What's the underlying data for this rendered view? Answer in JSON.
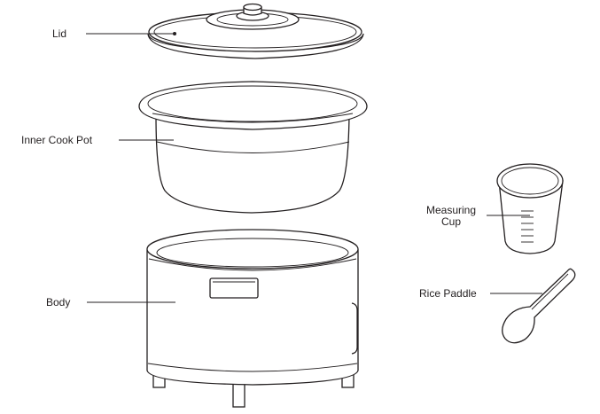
{
  "labels": {
    "lid": "Lid",
    "inner_pot": "Inner Cook Pot",
    "body": "Body",
    "measuring_cup_line1": "Measuring",
    "measuring_cup_line2": "Cup",
    "rice_paddle": "Rice Paddle"
  },
  "colors": {
    "line": "#231f20",
    "background": "#ffffff"
  }
}
